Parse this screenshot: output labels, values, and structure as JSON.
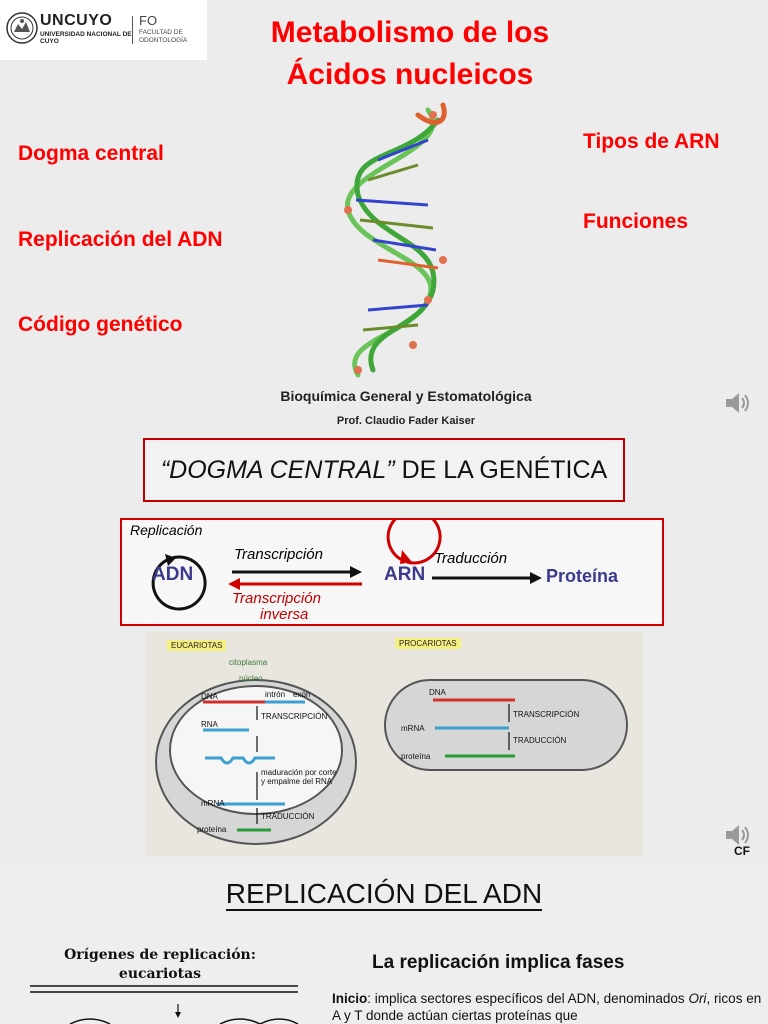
{
  "slide1": {
    "logo": {
      "university": "UNCUYO",
      "university_sub": "UNIVERSIDAD NACIONAL DE CUYO",
      "faculty_short": "FO",
      "faculty_sub": "FACULTAD DE ODONTOLOGÍA"
    },
    "title_line1": "Metabolismo de los",
    "title_line2": "Ácidos nucleicos",
    "topics_left": [
      "Dogma central",
      "Replicación del ADN",
      "Código genético"
    ],
    "topics_right": [
      "Tipos de ARN",
      "Funciones"
    ],
    "course": "Bioquímica General y Estomatológica",
    "professor": "Prof.  Claudio Fader Kaiser",
    "speaker_icon": "speaker-icon"
  },
  "slide2": {
    "heading_italic": "“DOGMA CENTRAL”",
    "heading_rest": " DE LA GENÉTICA",
    "diagram": {
      "replicacion": "Replicación",
      "adn": "ADN",
      "transcripcion": "Transcripción",
      "transcripcion_inversa_1": "Transcripción",
      "transcripcion_inversa_2": "inversa",
      "arn": "ARN",
      "traduccion": "Traducción",
      "proteina": "Proteína"
    },
    "cells": {
      "eucariotas": "EUCARIOTAS",
      "procariotas": "PROCARIOTAS",
      "citoplasma": "citoplasma",
      "nucleo": "núcleo",
      "dna": "DNA",
      "intron": "intrón",
      "exon": "exón",
      "rna": "RNA",
      "transcripcion": "TRANSCRIPCIÓN",
      "maduracion_1": "maduración por corte",
      "maduracion_2": "y empalme del RNA",
      "mrna": "mRNA",
      "traduccion": "TRADUCCIÓN",
      "proteina": "proteína",
      "p_dna": "DNA",
      "p_transcripcion": "TRANSCRIPCIÓN",
      "p_mrna": "mRNA",
      "p_traduccion": "TRADUCCIÓN",
      "p_proteina": "proteína"
    },
    "author_initials": "CF"
  },
  "slide3": {
    "title": "REPLICACIÓN DEL ADN",
    "origins_line1": "Orígenes de replicación:",
    "origins_line2": "eucariotas",
    "fases_heading": "La replicación implica fases",
    "inicio_label": "Inicio",
    "inicio_text_1": ": implica sectores específicos del ADN, denominados",
    "inicio_ori": "Ori",
    "inicio_text_2": ", ricos en A y T donde actúan ciertas proteínas que"
  },
  "colors": {
    "accent_red": "#ff0000",
    "box_border": "#c00000",
    "arrow_blue_text": "#3a3a8c"
  }
}
